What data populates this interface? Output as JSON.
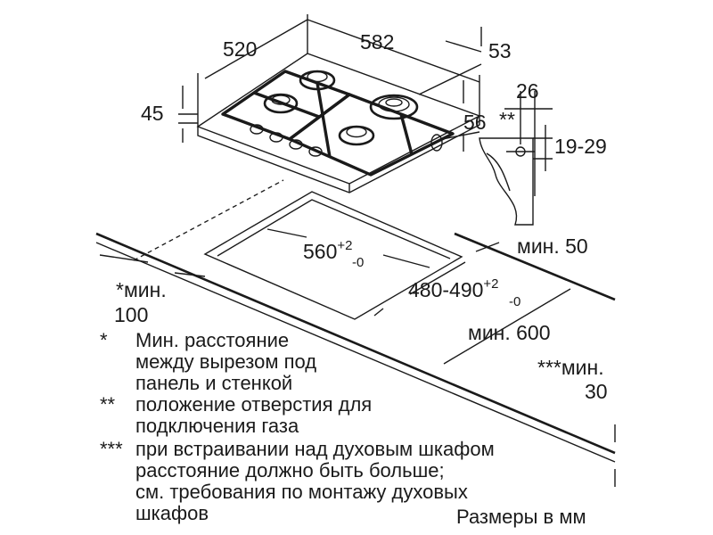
{
  "dimensions": {
    "depth": "520",
    "width": "582",
    "rear_offset": "53",
    "height": "45",
    "front_offset": "56",
    "gas_offset": "26",
    "gas_marker": "**",
    "gas_height": "19-29",
    "cutout_width_value": "560",
    "cutout_width_plus": "+2",
    "cutout_width_minus": "-0",
    "cutout_depth_value": "480-490",
    "cutout_depth_plus": "+2",
    "cutout_depth_minus": "-0",
    "min_front": "мин. 50",
    "min_side_label": "*мин.",
    "min_side_value": "100",
    "min_depth": "мин. 600",
    "min_below_label": "***мин.",
    "min_below_value": "30"
  },
  "notes": [
    {
      "marker": "*",
      "lines": [
        "Мин. расстояние",
        "между вырезом под",
        "панель и стенкой"
      ]
    },
    {
      "marker": "**",
      "lines": [
        "положение отверстия для",
        "подключения газа"
      ]
    },
    {
      "marker": "***",
      "lines": [
        "при встраивании над духовым шкафом",
        "расстояние должно быть больше;",
        "см. требования по монтажу духовых",
        "шкафов"
      ]
    }
  ],
  "units_caption": "Размеры в мм"
}
